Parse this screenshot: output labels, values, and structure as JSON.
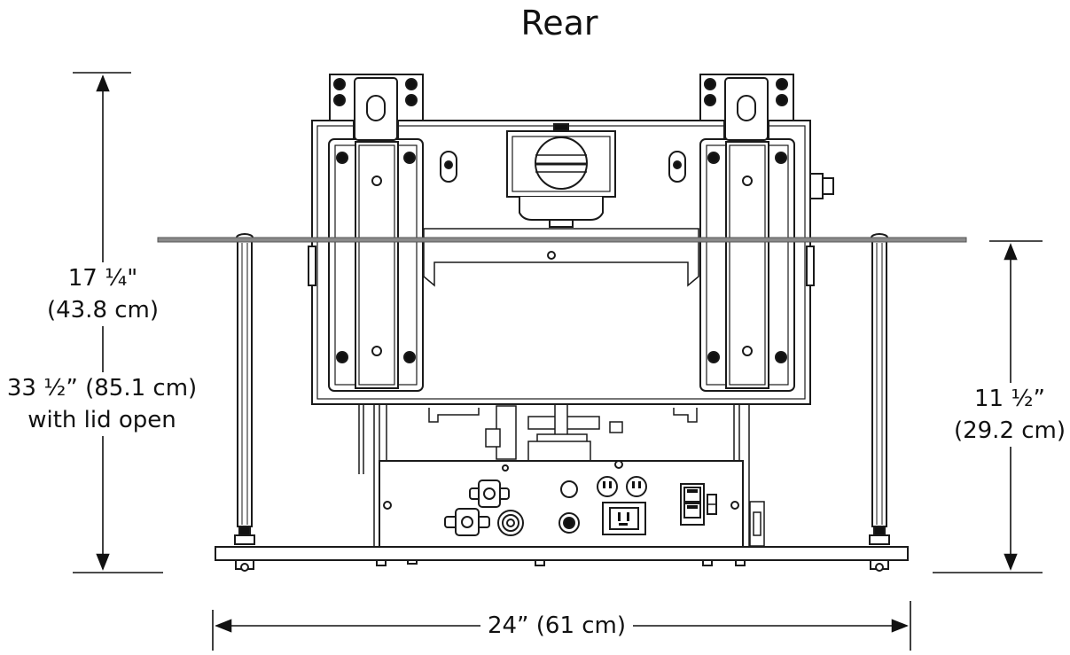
{
  "title": "Rear",
  "dimensions": {
    "left_top": {
      "line1": "17 ¼\"",
      "line2": "(43.8 cm)"
    },
    "left_bottom": {
      "line1": "33 ½” (85.1 cm)",
      "line2": "with lid open"
    },
    "right": {
      "line1": "11 ½”",
      "line2": "(29.2 cm)"
    },
    "bottom": {
      "text": "24” (61 cm)"
    }
  },
  "colors": {
    "line": "#1a1a1a",
    "fill": "#ffffff",
    "shade": "#8a8a8a",
    "dark": "#111111"
  }
}
